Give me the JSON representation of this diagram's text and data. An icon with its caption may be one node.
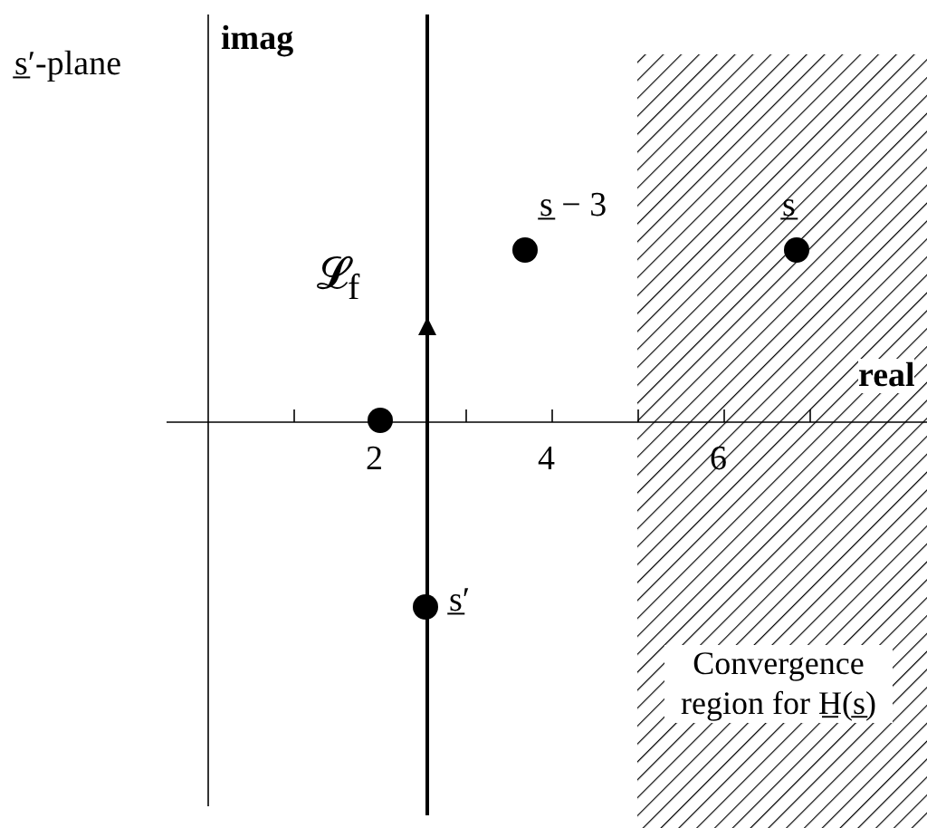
{
  "diagram": {
    "nodes": [
      {
        "text": [
          "Convergence region for H̲(s̲)"
        ]
      },
      {
        "text": [],
        "shape": "circle"
      },
      {
        "text": [],
        "shape": "circle",
        "beside": [
          "s̲ − 3"
        ]
      },
      {
        "text": [],
        "shape": "circle",
        "beside": [
          "s̲"
        ]
      },
      {
        "text": [],
        "shape": "circle",
        "beside": [
          "s̲′"
        ]
      }
    ],
    "labels": [
      "s̲′-plane",
      "imag",
      "𝓛$_{f}$",
      "real",
      "2",
      "4",
      "6"
    ]
  }
}
